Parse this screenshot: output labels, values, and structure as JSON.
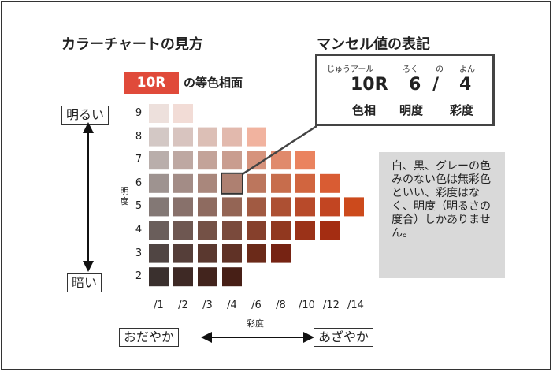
{
  "chart_data": {
    "type": "heatmap",
    "x_categories": [
      "/1",
      "/2",
      "/3",
      "/4",
      "/6",
      "/8",
      "/10",
      "/12",
      "/14"
    ],
    "y_categories": [
      "9",
      "8",
      "7",
      "6",
      "5",
      "4",
      "3",
      "2"
    ],
    "xlabel": "彩度",
    "ylabel": "明度",
    "highlight": {
      "value": 6,
      "chroma": 4
    },
    "cells": [
      {
        "value": 9,
        "chroma": 1,
        "color": "#ede0dc"
      },
      {
        "value": 9,
        "chroma": 2,
        "color": "#f2dcd6"
      },
      {
        "value": 8,
        "chroma": 1,
        "color": "#d3c8c5"
      },
      {
        "value": 8,
        "chroma": 2,
        "color": "#d8c4bf"
      },
      {
        "value": 8,
        "chroma": 3,
        "color": "#dcbfb6"
      },
      {
        "value": 8,
        "chroma": 4,
        "color": "#e2b9ad"
      },
      {
        "value": 8,
        "chroma": 6,
        "color": "#f1b39f"
      },
      {
        "value": 7,
        "chroma": 1,
        "color": "#b9aeab"
      },
      {
        "value": 7,
        "chroma": 2,
        "color": "#bea8a2"
      },
      {
        "value": 7,
        "chroma": 3,
        "color": "#c3a399"
      },
      {
        "value": 7,
        "chroma": 4,
        "color": "#c99d8f"
      },
      {
        "value": 7,
        "chroma": 6,
        "color": "#d6937c"
      },
      {
        "value": 7,
        "chroma": 8,
        "color": "#e08a6c"
      },
      {
        "value": 7,
        "chroma": 10,
        "color": "#ea835f"
      },
      {
        "value": 6,
        "chroma": 1,
        "color": "#9e9390"
      },
      {
        "value": 6,
        "chroma": 2,
        "color": "#a38c86"
      },
      {
        "value": 6,
        "chroma": 3,
        "color": "#a9877c"
      },
      {
        "value": 6,
        "chroma": 4,
        "color": "#ae8071"
      },
      {
        "value": 6,
        "chroma": 6,
        "color": "#bc765d"
      },
      {
        "value": 6,
        "chroma": 8,
        "color": "#c76d4c"
      },
      {
        "value": 6,
        "chroma": 10,
        "color": "#d1653f"
      },
      {
        "value": 6,
        "chroma": 12,
        "color": "#d95c33"
      },
      {
        "value": 5,
        "chroma": 1,
        "color": "#837875"
      },
      {
        "value": 5,
        "chroma": 2,
        "color": "#88716b"
      },
      {
        "value": 5,
        "chroma": 3,
        "color": "#8e6b60"
      },
      {
        "value": 5,
        "chroma": 4,
        "color": "#946555"
      },
      {
        "value": 5,
        "chroma": 6,
        "color": "#a15a42"
      },
      {
        "value": 5,
        "chroma": 8,
        "color": "#ad5033"
      },
      {
        "value": 5,
        "chroma": 10,
        "color": "#b84a2a"
      },
      {
        "value": 5,
        "chroma": 12,
        "color": "#c24522"
      },
      {
        "value": 5,
        "chroma": 14,
        "color": "#cc4a1c"
      },
      {
        "value": 4,
        "chroma": 1,
        "color": "#6a5e5b"
      },
      {
        "value": 4,
        "chroma": 2,
        "color": "#6e5751"
      },
      {
        "value": 4,
        "chroma": 3,
        "color": "#745146"
      },
      {
        "value": 4,
        "chroma": 4,
        "color": "#7a4a3c"
      },
      {
        "value": 4,
        "chroma": 6,
        "color": "#86402c"
      },
      {
        "value": 4,
        "chroma": 8,
        "color": "#91381f"
      },
      {
        "value": 4,
        "chroma": 10,
        "color": "#9b3218"
      },
      {
        "value": 4,
        "chroma": 12,
        "color": "#a42d12"
      },
      {
        "value": 3,
        "chroma": 1,
        "color": "#504543"
      },
      {
        "value": 3,
        "chroma": 2,
        "color": "#553e39"
      },
      {
        "value": 3,
        "chroma": 3,
        "color": "#5a382f"
      },
      {
        "value": 3,
        "chroma": 4,
        "color": "#603226"
      },
      {
        "value": 3,
        "chroma": 6,
        "color": "#6b2a19"
      },
      {
        "value": 3,
        "chroma": 8,
        "color": "#762313"
      },
      {
        "value": 2,
        "chroma": 1,
        "color": "#3a302e"
      },
      {
        "value": 2,
        "chroma": 2,
        "color": "#3e2925"
      },
      {
        "value": 2,
        "chroma": 3,
        "color": "#42241d"
      },
      {
        "value": 2,
        "chroma": 4,
        "color": "#471f16"
      }
    ]
  },
  "header": {
    "left_title": "カラーチャートの見方",
    "right_title": "マンセル値の表記"
  },
  "hue": {
    "code": "10R",
    "label": "の等色相面"
  },
  "notation": {
    "reading_hue": "じゅうアール",
    "reading_value": "ろく",
    "reading_of": "の",
    "reading_chroma": "よん",
    "hue": "10R",
    "value": "6",
    "slash": "/",
    "chroma": "4",
    "label_hue": "色相",
    "label_value": "明度",
    "label_chroma": "彩度"
  },
  "note": {
    "text": "白、黒、グレーの色みのない色は無彩色といい、彩度はなく、明度（明るさの度合）しかありません。"
  },
  "scale": {
    "bright": "明るい",
    "dark": "暗い",
    "dull": "おだやか",
    "vivid": "あざやか"
  },
  "colors": {
    "hue_badge": "#e04a3a",
    "note_bg": "#d9d9d9",
    "outline": "#444444"
  }
}
